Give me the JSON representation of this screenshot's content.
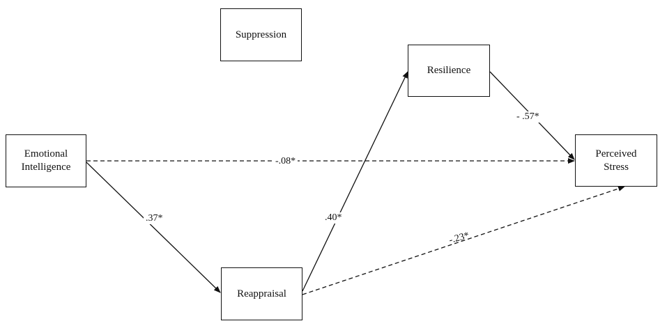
{
  "nodes": {
    "suppression": "Suppression",
    "resilience": "Resilience",
    "emotional_intelligence": "Emotional\nIntelligence",
    "perceived_stress": "Perceived\nStress",
    "reappraisal": "Reappraisal"
  },
  "paths": {
    "ei_to_stress": "-.08*",
    "ei_to_reappraisal": ".37*",
    "reappraisal_to_resilience": ".40*",
    "resilience_to_stress": "- .57*",
    "reappraisal_to_stress": "-.23*"
  },
  "colors": {
    "line": "#111111",
    "background": "#ffffff"
  }
}
